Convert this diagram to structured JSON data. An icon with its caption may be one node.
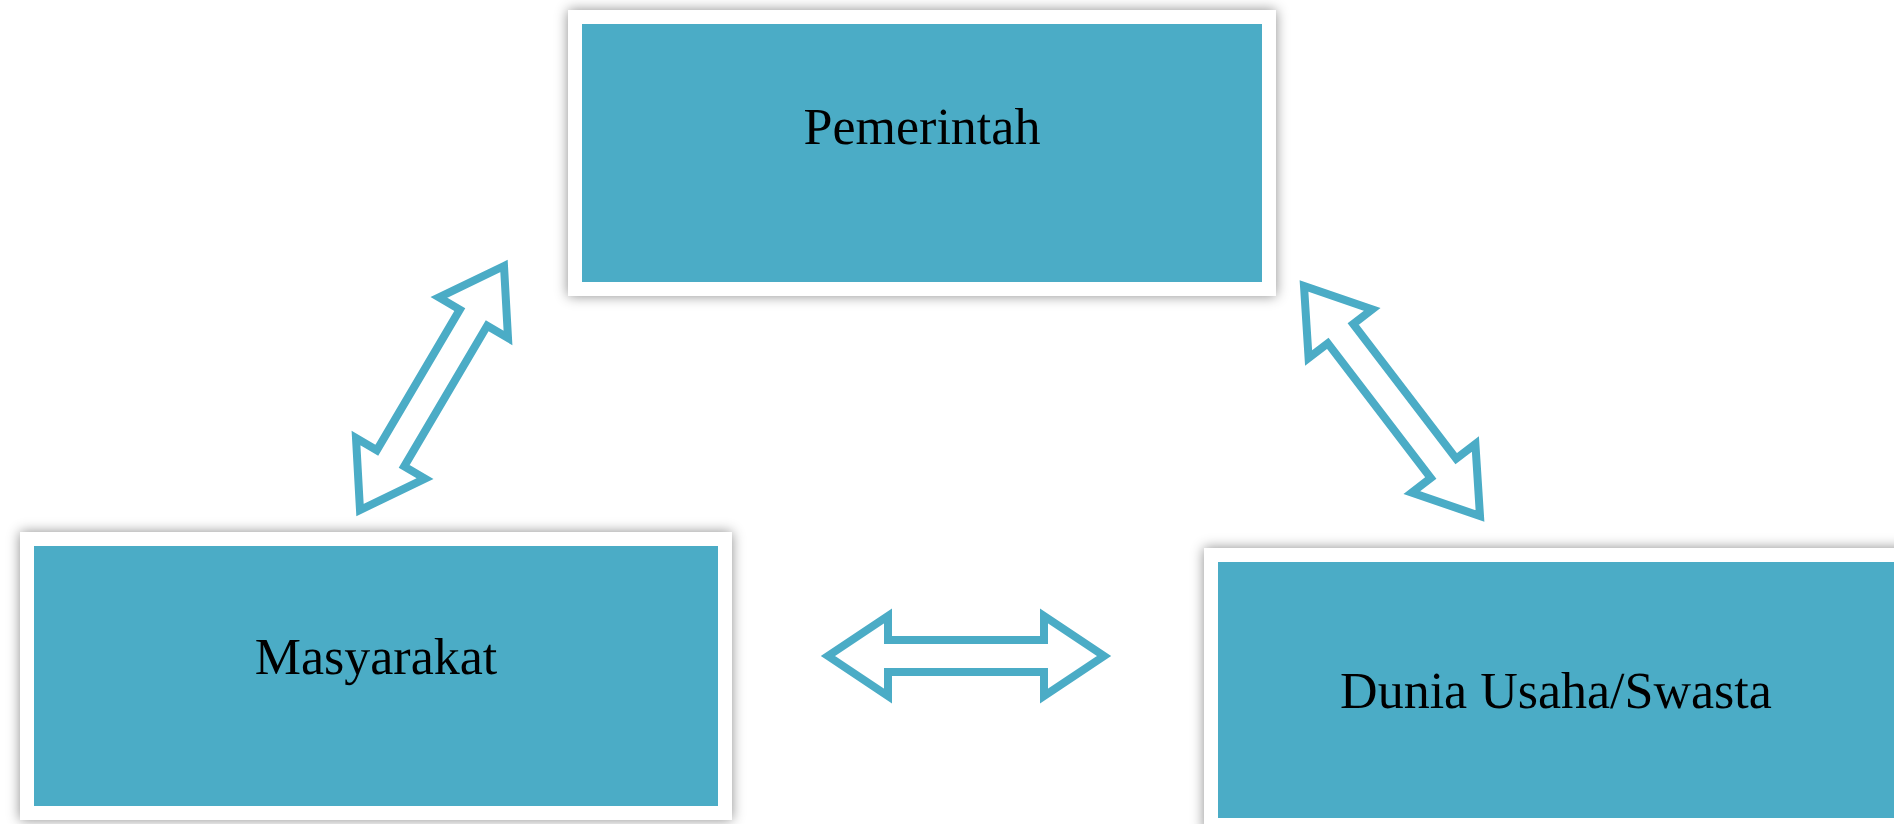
{
  "diagram": {
    "nodes": [
      {
        "text": [
          "Pemerintah"
        ]
      },
      {
        "text": [
          "Masyarakat"
        ]
      },
      {
        "text": [
          "Dunia Usaha/Swasta"
        ]
      }
    ],
    "edges": [
      {
        "from": 0,
        "to": 1,
        "arrow": "both"
      },
      {
        "from": 0,
        "to": 2,
        "arrow": "both"
      },
      {
        "from": 1,
        "to": 2,
        "arrow": "both"
      }
    ]
  }
}
